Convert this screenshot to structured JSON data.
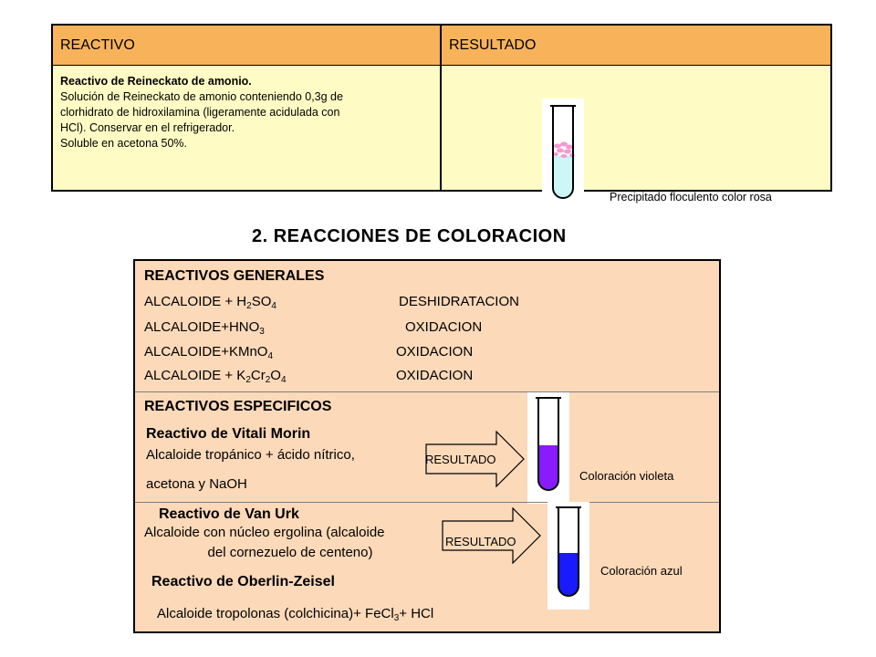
{
  "top_table": {
    "col1_header": "REACTIVO",
    "col2_header": "RESULTADO",
    "reactivo_title": "Reactivo de Reineckato de amonio.",
    "reactivo_lines": [
      "Solución de Reineckato de amonio conteniendo 0,3g de",
      "clorhidrato de hidroxilamina (ligeramente acidulada con",
      "HCl). Conservar en el refrigerador.",
      "Soluble en acetona 50%."
    ],
    "resultado_caption": "Precipitado floculento color rosa"
  },
  "section_title": "2.  REACCIONES DE COLORACION",
  "generales": {
    "header": "REACTIVOS GENERALES",
    "rows": [
      {
        "left_a": "ALCALOIDE + H",
        "sub1": "2",
        "left_b": "SO",
        "sub2": "4",
        "left_c": "",
        "sub3": "",
        "right": "DESHIDRATACION"
      },
      {
        "left_a": "ALCALOIDE+HNO",
        "sub1": "3",
        "left_b": "",
        "sub2": "",
        "left_c": "",
        "sub3": "",
        "right": "OXIDACION"
      },
      {
        "left_a": "ALCALOIDE+KMnO",
        "sub1": "4",
        "left_b": "",
        "sub2": "",
        "left_c": "",
        "sub3": "",
        "right": "OXIDACION"
      },
      {
        "left_a": "ALCALOIDE + K",
        "sub1": "2",
        "left_b": "Cr",
        "sub2": "2",
        "left_c": "O",
        "sub3": "4",
        "right": "OXIDACION"
      }
    ]
  },
  "especificos": {
    "header": "REACTIVOS ESPECIFICOS",
    "vitali_title": "Reactivo de Vitali Morin",
    "vitali_line1": "Alcaloide tropánico + ácido nítrico,",
    "vitali_line2": "acetona y NaOH",
    "vitali_arrow": "RESULTADO",
    "vitali_caption": "Coloración violeta"
  },
  "van_urk": {
    "title": "Reactivo de Van Urk",
    "line1": "Alcaloide con núcleo ergolina (alcaloide",
    "line2": "del cornezuelo de centeno)",
    "arrow": "RESULTADO",
    "caption": "Coloración azul"
  },
  "oberlin": {
    "title": "Reactivo de Oberlin-Zeisel",
    "line_a": "Alcaloide tropolonas (colchicina)+ FeCl",
    "sub": "3",
    "line_b": "+ HCl"
  },
  "colors": {
    "header_orange": "#f8b35a",
    "cell_yellow": "#fffbc4",
    "box_peach": "#fcd9b9",
    "violet": "#8a1aff",
    "blue": "#1a1aff",
    "pale_cyan": "#cdf7f7",
    "pink": "#f39ad0",
    "arrow_peach": "#fcd9b9"
  }
}
